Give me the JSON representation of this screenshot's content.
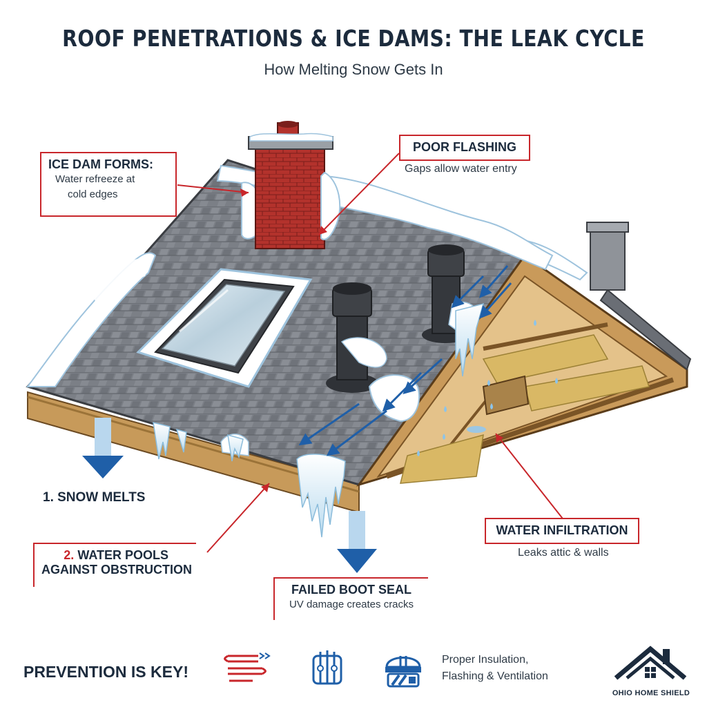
{
  "title": "ROOF PENETRATIONS & ICE DAMS: THE LEAK CYCLE",
  "subtitle": "How Melting Snow Gets In",
  "callouts": {
    "ice_dam": {
      "heading": "ICE DAM FORMS:",
      "line1": "Water refreeze at",
      "line2": "cold edges"
    },
    "poor_flashing": {
      "heading": "POOR FLASHING",
      "body": "Gaps allow water entry"
    },
    "water_infiltration": {
      "heading": "WATER INFILTRATION",
      "body": "Leaks attic & walls"
    },
    "failed_boot": {
      "heading": "FAILED BOOT SEAL",
      "body": "UV damage creates cracks"
    }
  },
  "steps": {
    "snow_melts": "1. SNOW MELTS",
    "water_pools_num": "2.",
    "water_pools_line1": "WATER POOLS",
    "water_pools_line2": "AGAINST OBSTRUCTION"
  },
  "footer": {
    "prevention": "PREVENTION IS KEY!",
    "line1": "Proper Insulation,",
    "line2": "Flashing & Ventilation",
    "icons": [
      "heat-cable-icon",
      "ventilation-icon",
      "contractor-helmet-icon"
    ]
  },
  "logo": {
    "text": "OHIO HOME SHIELD"
  },
  "colors": {
    "accent_red": "#c8262b",
    "navy": "#1c2b3d",
    "arrow_blue": "#1f5fa8"
  }
}
